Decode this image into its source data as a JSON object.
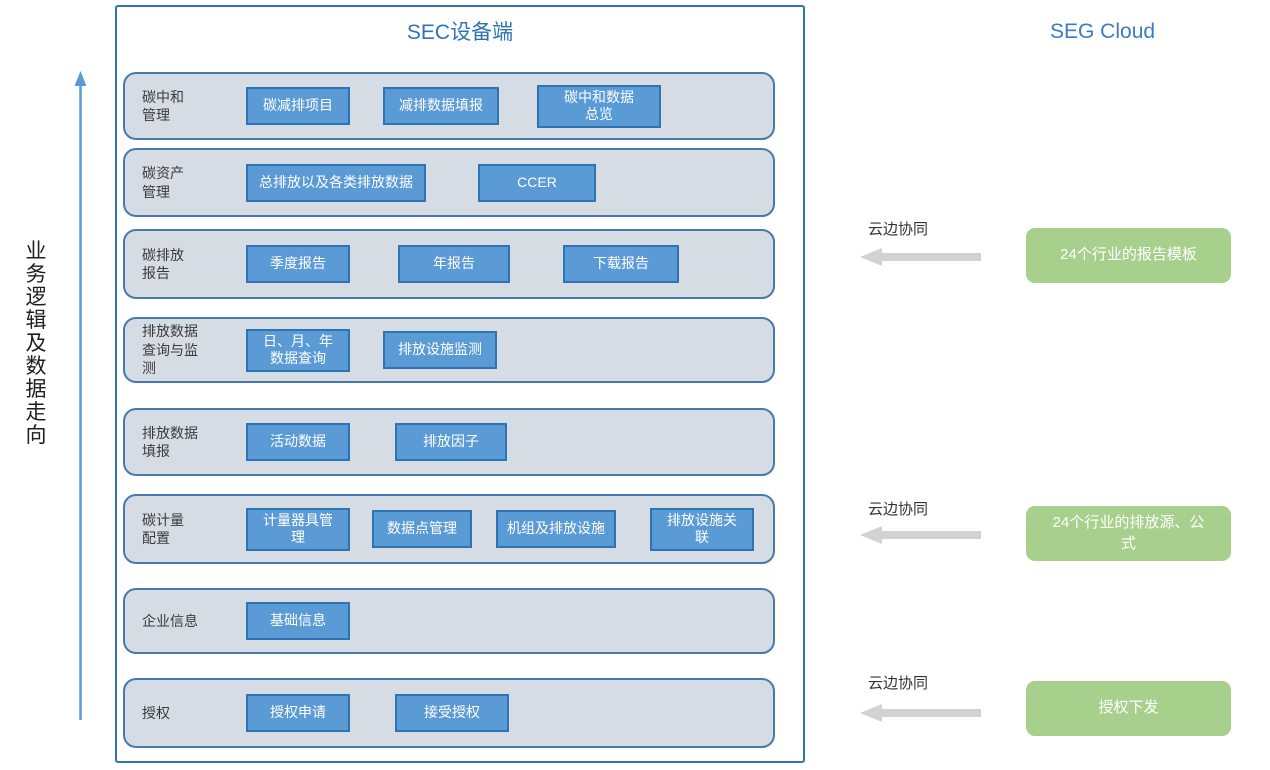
{
  "colors": {
    "accent_blue": "#2E74B5",
    "button_blue": "#5B9BD5",
    "row_fill": "#D6DCE4",
    "green_box": "#A8D08D",
    "arrow_gray": "#D2D2D2"
  },
  "left_axis": {
    "label": "业务逻辑及数据走向"
  },
  "device_panel": {
    "title": "SEC设备端",
    "rows": [
      {
        "label": "碳中和\n管理",
        "buttons": [
          "碳减排项目",
          "减排数据填报",
          "碳中和数据\n总览"
        ]
      },
      {
        "label": "碳资产\n管理",
        "buttons": [
          "总排放以及各类排放数据",
          "CCER"
        ]
      },
      {
        "label": "碳排放\n报告",
        "buttons": [
          "季度报告",
          "年报告",
          "下载报告"
        ]
      },
      {
        "label": "排放数据\n查询与监\n测",
        "buttons": [
          "日、月、年\n数据查询",
          "排放设施监测"
        ]
      },
      {
        "label": "排放数据\n填报",
        "buttons": [
          "活动数据",
          "排放因子"
        ]
      },
      {
        "label": "碳计量\n配置",
        "buttons": [
          "计量器具管\n理",
          "数据点管理",
          "机组及排放设施",
          "排放设施关\n联"
        ]
      },
      {
        "label": "企业信息",
        "buttons": [
          "基础信息"
        ]
      },
      {
        "label": "授权",
        "buttons": [
          "授权申请",
          "接受授权"
        ]
      }
    ]
  },
  "cloud_panel": {
    "title": "SEG Cloud",
    "sync_links": [
      {
        "label": "云边协同",
        "box": "24个行业的报告模板"
      },
      {
        "label": "云边协同",
        "box": "24个行业的排放源、公\n式"
      },
      {
        "label": "云边协同",
        "box": "授权下发"
      }
    ]
  }
}
